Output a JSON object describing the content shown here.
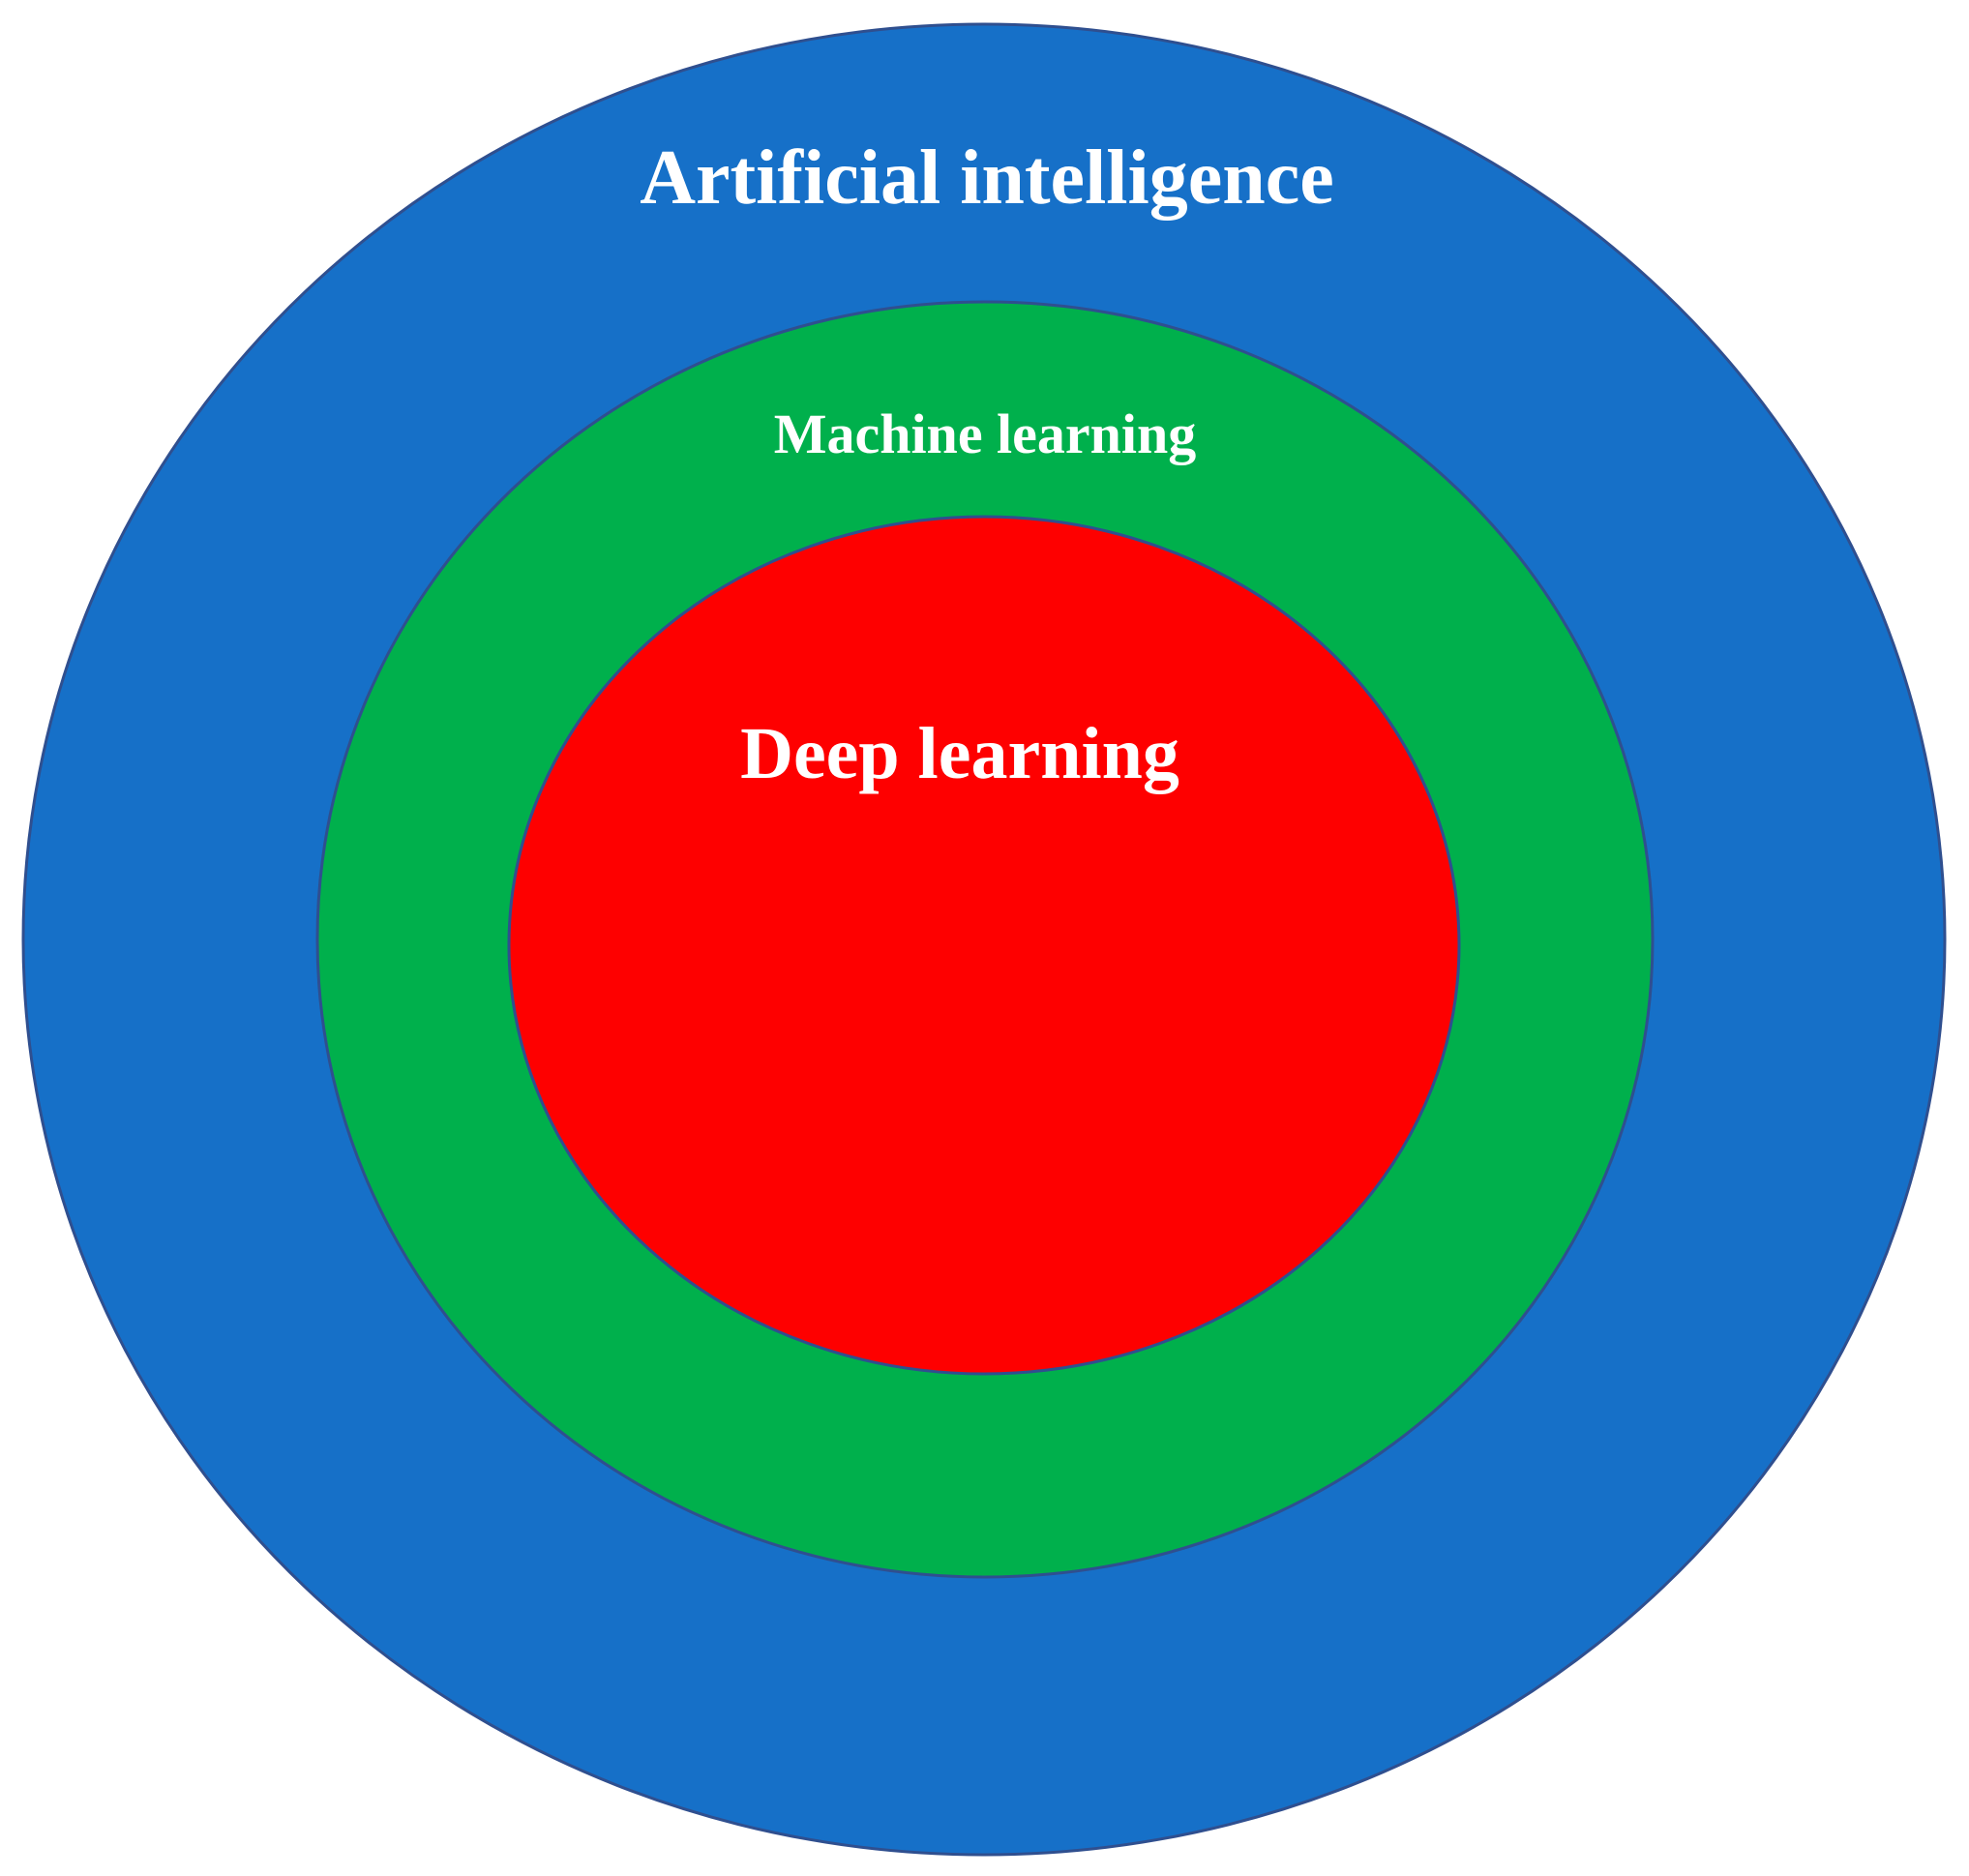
{
  "diagram": {
    "layers": [
      {
        "id": "ai",
        "label": "Artificial intelligence",
        "fill": "#1670C8"
      },
      {
        "id": "ml",
        "label": "Machine learning",
        "fill": "#00B04C"
      },
      {
        "id": "dl",
        "label": "Deep learning",
        "fill": "#FE0000"
      }
    ],
    "border_color": "#2F4F8F",
    "label_color": "#FFFFFF"
  }
}
